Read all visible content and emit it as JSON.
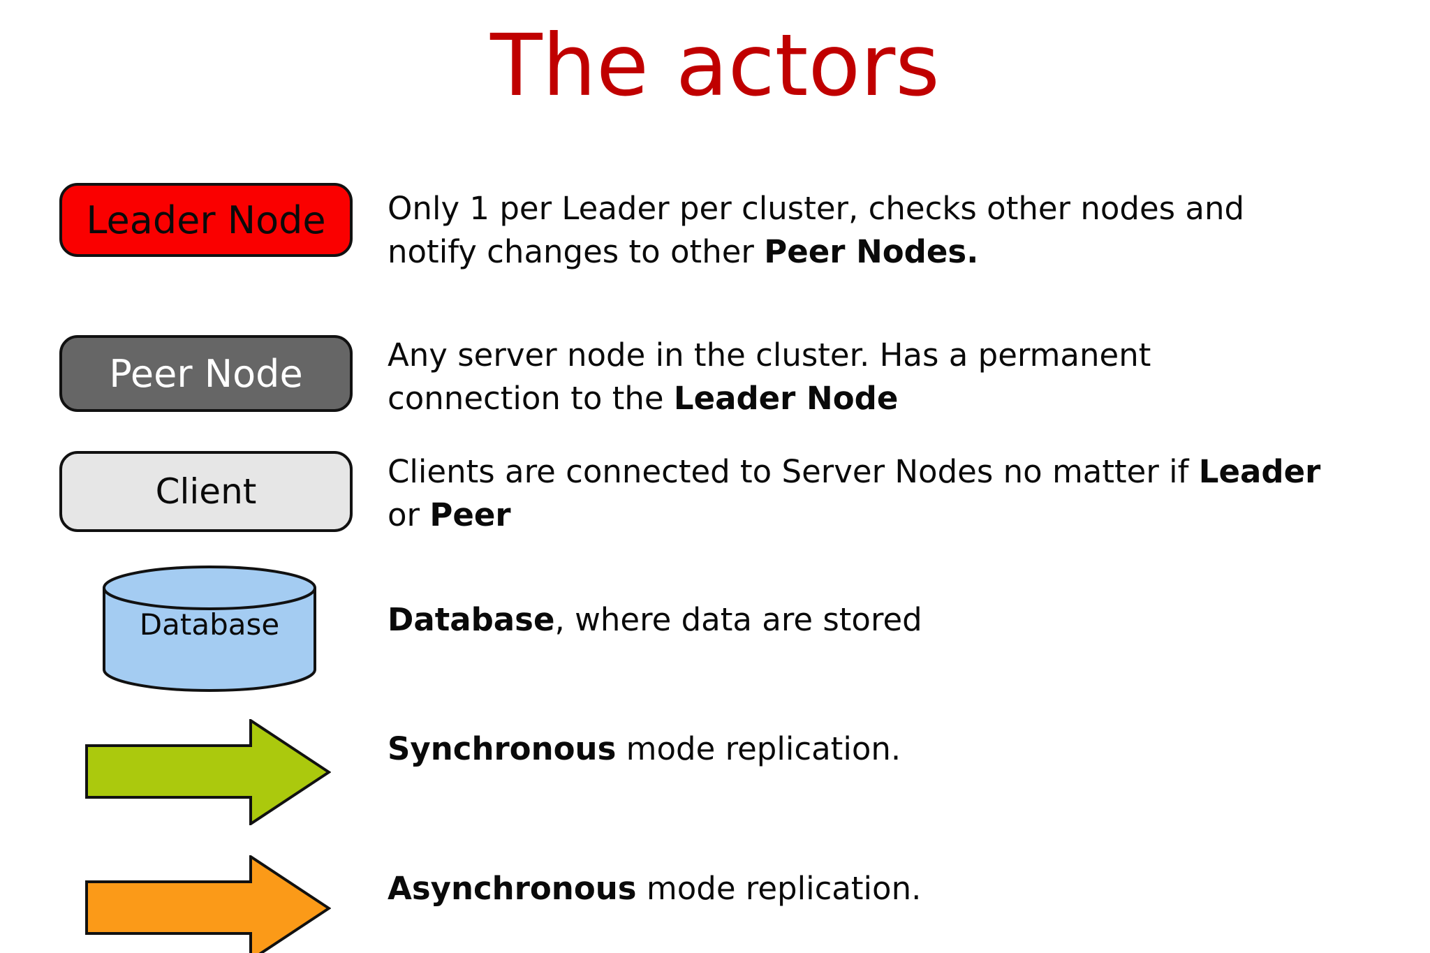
{
  "title": "The actors",
  "colors": {
    "title": "#c00000",
    "leader": "#fa0000",
    "peer": "#666666",
    "client": "#e6e6e6",
    "database": "#a4ccf2",
    "sync": "#abc90d",
    "async": "#fb9a18",
    "outline": "#111111"
  },
  "legend": {
    "leader": {
      "label": "Leader Node",
      "lines": [
        [
          {
            "t": "Only 1 per Leader per cluster, checks other nodes and"
          }
        ],
        [
          {
            "t": "notify changes to other "
          },
          {
            "t": "Peer Nodes.",
            "b": true
          }
        ]
      ]
    },
    "peer": {
      "label": "Peer Node",
      "lines": [
        [
          {
            "t": "Any server node in the cluster. Has a permanent"
          }
        ],
        [
          {
            "t": "connection to the "
          },
          {
            "t": "Leader Node",
            "b": true
          }
        ]
      ]
    },
    "client": {
      "label": "Client",
      "lines": [
        [
          {
            "t": "Clients are connected to Server Nodes no matter if "
          },
          {
            "t": "Leader",
            "b": true
          }
        ],
        [
          {
            "t": "or "
          },
          {
            "t": "Peer",
            "b": true
          }
        ]
      ]
    },
    "database": {
      "label": "Database",
      "lines": [
        [
          {
            "t": "Database",
            "b": true
          },
          {
            "t": ", where data are stored"
          }
        ]
      ]
    },
    "sync": {
      "lines": [
        [
          {
            "t": "Synchronous",
            "b": true
          },
          {
            "t": " mode replication."
          }
        ]
      ]
    },
    "async": {
      "lines": [
        [
          {
            "t": "Asynchronous",
            "b": true
          },
          {
            "t": " mode replication."
          }
        ]
      ]
    }
  }
}
